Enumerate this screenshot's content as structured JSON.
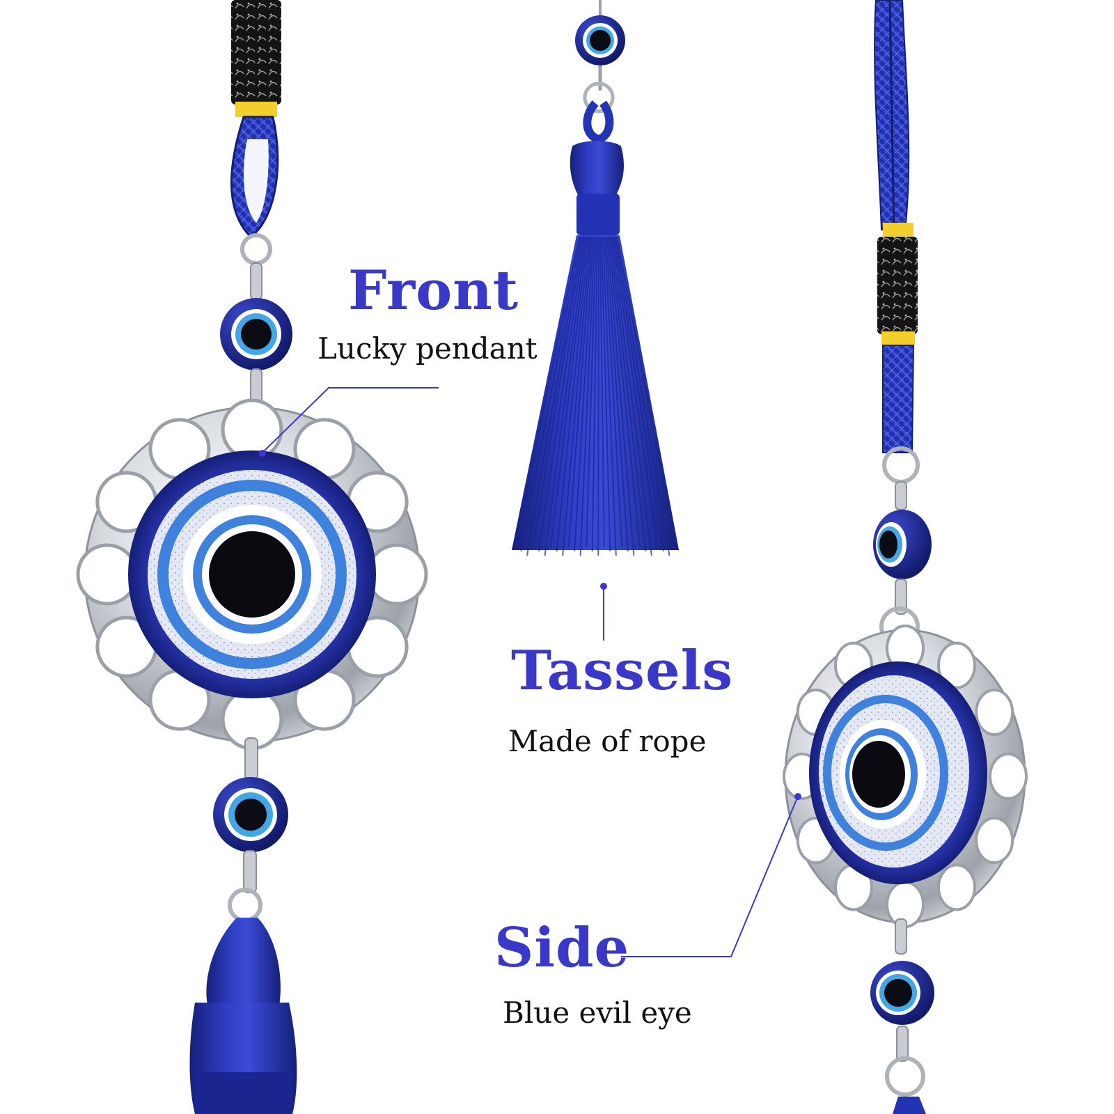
{
  "colors": {
    "accent": "#3a38c9",
    "cord": "#1f2fb0",
    "eye_dark_blue": "#1c2a9a",
    "eye_light_blue": "#3f82de",
    "metal": "#c9cdd3",
    "thread_yellow": "#f2cf2a"
  },
  "labels": {
    "front": {
      "title": "Front",
      "subtitle": "Lucky pendant"
    },
    "tassels": {
      "title": "Tassels",
      "subtitle": "Made of rope"
    },
    "side": {
      "title": "Side",
      "subtitle": "Blue evil eye"
    }
  }
}
